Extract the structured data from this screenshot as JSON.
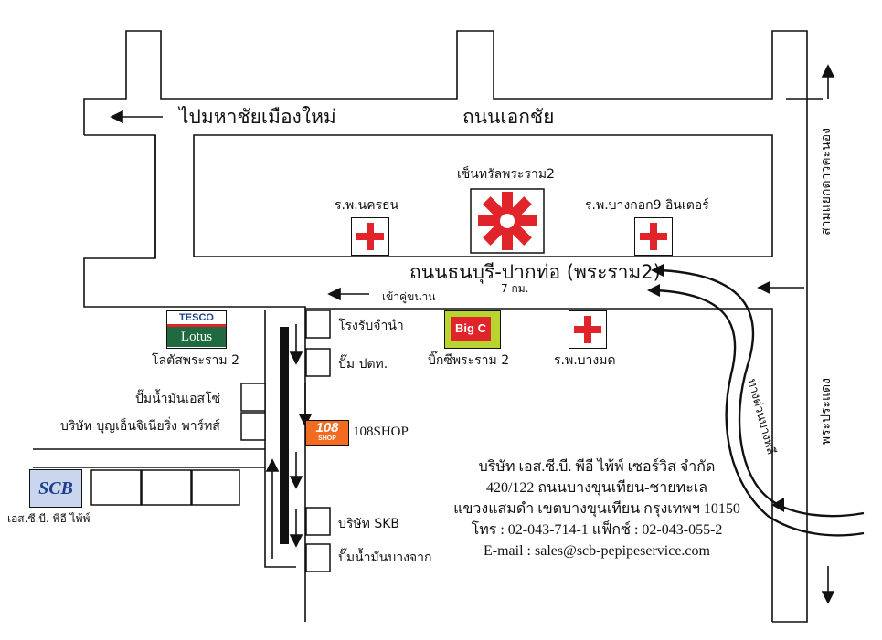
{
  "roads": {
    "top_left_direction": "ไปมหาชัยเมืองใหม่",
    "top_road": "ถนนเอกชัย",
    "main_road": "ถนนธนบุรี-ปากท่อ (พระราม2)",
    "distance": "7 กม.",
    "uturn": "เข้าคู่ขนาน",
    "right_top": "สามแยกดาวคะนอง",
    "right_bottom": "พระประแดง",
    "expressway": "ทางด่วนบางพลี"
  },
  "places": {
    "central": "เซ็นทรัลพระราม2",
    "hospital_nakhon": "ร.พ.นครธน",
    "hospital_bangkok9": "ร.พ.บางกอก9 อินเตอร์",
    "hospital_bangmod": "ร.พ.บางมด",
    "lotus": "โลตัสพระราม 2",
    "lotus_logo_top": "TESCO",
    "lotus_logo_bottom": "Lotus",
    "bigc": "บิ๊กซีพระราม 2",
    "bigc_logo": "Big C",
    "pawn": "โรงรับจำนำ",
    "ptt": "ปั๊ม ปตท.",
    "esso": "ปั๊มน้ำมันเอสโซ่",
    "boonyen": "บริษัท บุญเอ็นจิเนียริ่ง พาร์ทส์",
    "shop108": "108SHOP",
    "shop108_logo": "108",
    "shop108_logo_sub": "SHOP",
    "skb": "บริษัท SKB",
    "bangchak": "ปั๊มน้ำมันบางจาก",
    "scb_logo": "SCB",
    "scb_label": "เอส.ซี.บี. พีอี ไพ้พ์"
  },
  "contact": {
    "company": "บริษัท เอส.ซี.บี. พีอี ไพ้พ์ เซอร์วิส จำกัด",
    "address1": "420/122  ถนนบางขุนเทียน-ชายทะเล",
    "address2": "แขวงแสมดำ เขตบางขุนเทียน กรุงเทพฯ 10150",
    "phone": "โทร : 02-043-714-1 แฟ็กซ์ : 02-043-055-2",
    "email": "E-mail : sales@scb-pepipeservice.com"
  },
  "colors": {
    "red": "#e1242a",
    "green": "#1f6b3f",
    "navy": "#1d3f8c",
    "black": "#111111"
  }
}
